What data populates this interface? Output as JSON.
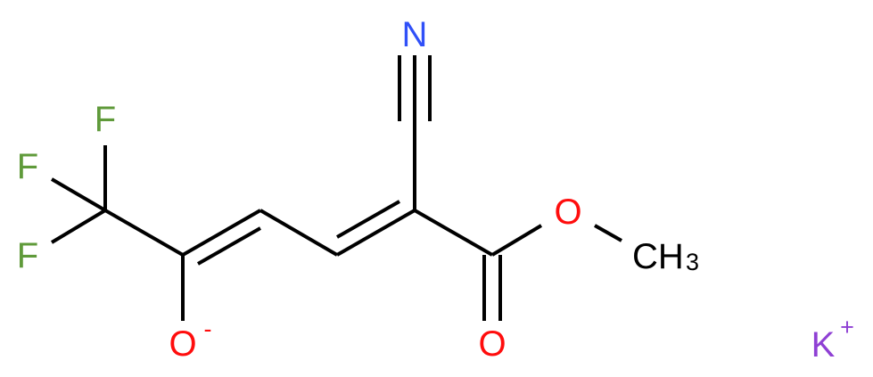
{
  "molecule": {
    "description": "Potassium (1Z,3E)-4-cyano-1-(trifluoromethyl)-5-methoxy-5-oxopenta-1,3-dien-1-olate",
    "colors": {
      "bond": "#000000",
      "fluorine": "#5f9a3a",
      "oxygen": "#ff0d0d",
      "nitrogen": "#3050f8",
      "carbon_label": "#000000",
      "potassium": "#8f40d4"
    },
    "atoms": {
      "f_top": {
        "symbol": "F"
      },
      "f_left": {
        "symbol": "F"
      },
      "f_bottom": {
        "symbol": "F"
      },
      "o_enolate": {
        "symbol": "O",
        "charge": "-"
      },
      "n_nitrile": {
        "symbol": "N"
      },
      "o_ester": {
        "symbol": "O"
      },
      "o_carbonyl": {
        "symbol": "O"
      },
      "methyl": {
        "symbol": "CH",
        "subscript": "3"
      },
      "potassium": {
        "symbol": "K",
        "charge": "+"
      }
    },
    "bonds": [
      {
        "from": "CF3",
        "to": "F_top",
        "order": 1
      },
      {
        "from": "CF3",
        "to": "F_left",
        "order": 1
      },
      {
        "from": "CF3",
        "to": "F_bottom",
        "order": 1
      },
      {
        "from": "CF3",
        "to": "C2",
        "order": 1
      },
      {
        "from": "C2",
        "to": "O-",
        "order": 1
      },
      {
        "from": "C2",
        "to": "C3",
        "order": 2
      },
      {
        "from": "C3",
        "to": "C4",
        "order": 1
      },
      {
        "from": "C4",
        "to": "C5",
        "order": 2
      },
      {
        "from": "C5",
        "to": "C_nitrile",
        "order": 1
      },
      {
        "from": "C_nitrile",
        "to": "N",
        "order": 3
      },
      {
        "from": "C5",
        "to": "C_ester",
        "order": 1
      },
      {
        "from": "C_ester",
        "to": "O_carbonyl",
        "order": 2
      },
      {
        "from": "C_ester",
        "to": "O_ester",
        "order": 1
      },
      {
        "from": "O_ester",
        "to": "CH3",
        "order": 1
      }
    ]
  }
}
